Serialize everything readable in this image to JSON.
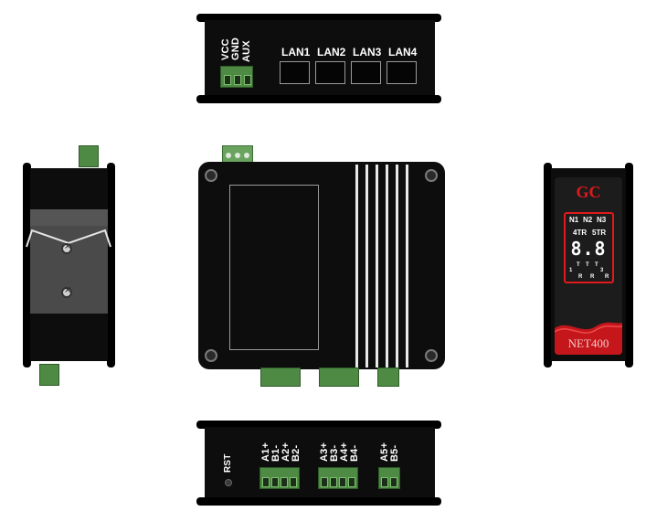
{
  "top_view": {
    "power_labels": [
      "VCC",
      "GND",
      "AUX"
    ],
    "lan_labels": [
      "LAN1",
      "LAN2",
      "LAN3",
      "LAN4"
    ]
  },
  "bottom_view": {
    "reset_label": "RST",
    "group1_labels": [
      "A1+",
      "B1-",
      "A2+",
      "B2-"
    ],
    "group2_labels": [
      "A3+",
      "B3-",
      "A4+",
      "B4-"
    ],
    "group3_labels": [
      "A5+",
      "B5-"
    ]
  },
  "front_panel": {
    "brand": "GC",
    "row1": [
      "N1",
      "N2",
      "N3"
    ],
    "row2": [
      "4TR",
      "5TR"
    ],
    "digits": "8.8",
    "bottom_indicators": [
      "1",
      "T",
      "R",
      "T",
      "R",
      "T",
      "3",
      "R"
    ],
    "model": "NET400",
    "accent_color": "#e0191c",
    "panel_color": "#1c1c1c"
  },
  "colors": {
    "terminal_green": "#4e8a43",
    "enclosure": "#0d0d0d"
  }
}
